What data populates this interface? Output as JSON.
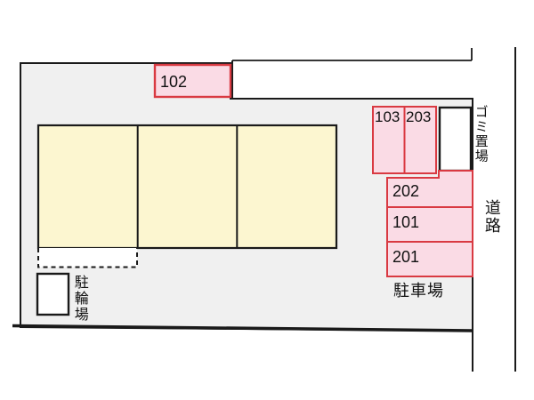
{
  "plan": {
    "name": "property-site-layout",
    "units": {
      "102": "102",
      "103": "103",
      "203": "203",
      "202": "202",
      "101": "101",
      "201": "201"
    },
    "labels": {
      "garbage_area": "ゴミ置場",
      "road": "道路",
      "parking_lot": "駐車場",
      "bicycle_parking": "駐輪場"
    },
    "colors": {
      "site_fill": "#f0f0f0",
      "building_fill": "#fcf6d0",
      "parking_fill": "#fadbe5",
      "parking_border": "#d93a42",
      "line": "#1a1a1a",
      "text": "#111111"
    }
  }
}
